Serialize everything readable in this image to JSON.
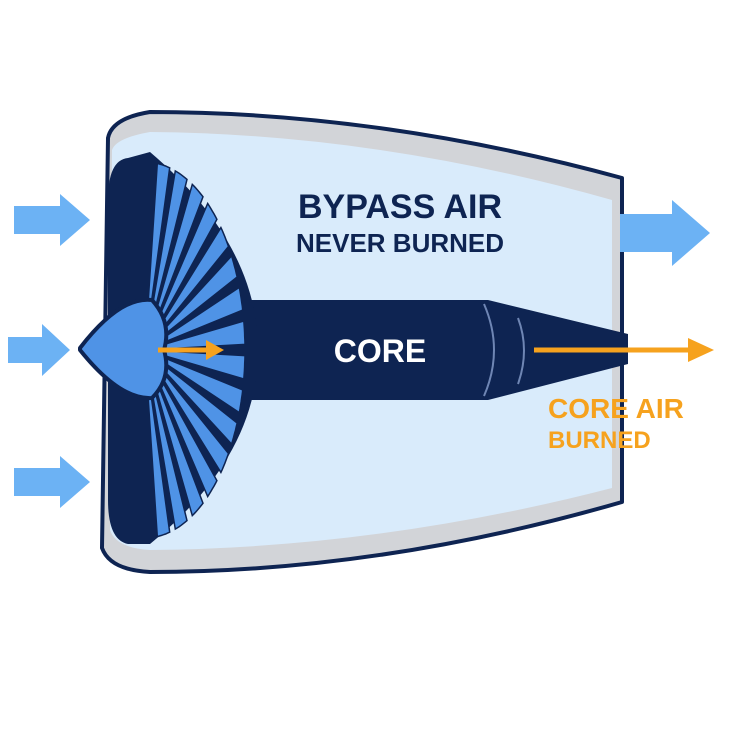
{
  "labels": {
    "bypass_line1": "BYPASS AIR",
    "bypass_line2": "NEVER BURNED",
    "core": "CORE",
    "core_air_line1": "CORE AIR",
    "core_air_line2": "BURNED"
  },
  "colors": {
    "navy": "#0e2452",
    "bypass_fill": "#d9ebfb",
    "inlet_arrow": "#6cb2f4",
    "fan_blade": "#4f93e6",
    "core_arrow": "#f6a21e",
    "nacelle": "#d2d4d8"
  }
}
